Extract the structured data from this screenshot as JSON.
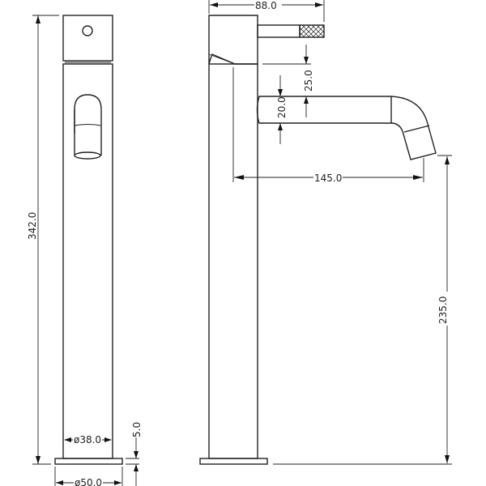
{
  "dimensions": {
    "total_height": "342.0",
    "base_diameter": "ø50.0",
    "body_diameter": "ø38.0",
    "base_thickness": "5.0",
    "handle_length": "88.0",
    "spout_offset": "25.0",
    "spout_diameter": "20.0",
    "spout_reach": "145.0",
    "spout_height": "235.0"
  },
  "colors": {
    "line": "#222222",
    "background": "#ffffff"
  }
}
